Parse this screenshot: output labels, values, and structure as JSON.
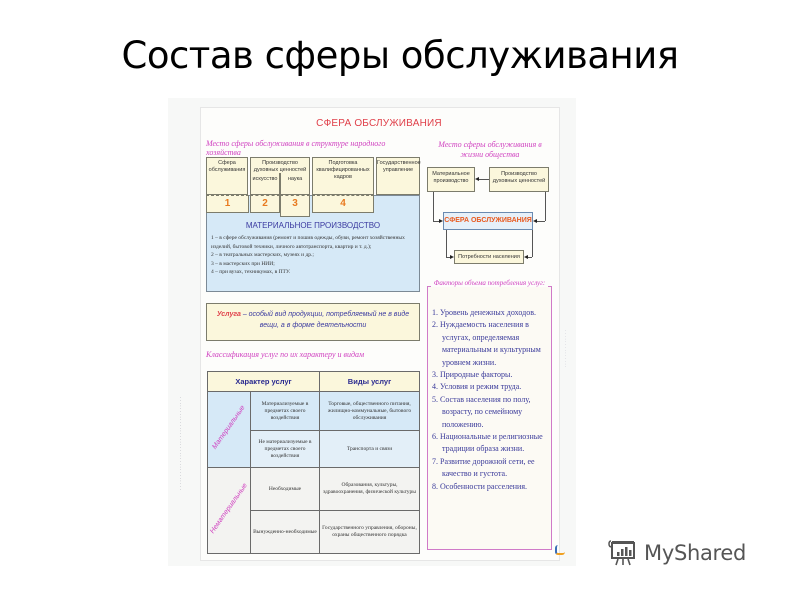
{
  "slide": {
    "title": "Состав сферы обслуживания"
  },
  "poster": {
    "title": "СФЕРА ОБСЛУЖИВАНИЯ",
    "left_subtitle": "Место сферы обслуживания в структуре народного хозяйства",
    "structure_boxes": [
      {
        "label": "Сфера обслуживания"
      },
      {
        "label": "Производство духовных ценностей"
      },
      {
        "label": "искусство"
      },
      {
        "label": "наука"
      },
      {
        "label": "Подготовка квалифицированных кадров"
      },
      {
        "label": "Государственное управление"
      }
    ],
    "numbers": [
      "1",
      "2",
      "3",
      "4"
    ],
    "material_production": {
      "title": "МАТЕРИАЛЬНОЕ ПРОИЗВОДСТВО",
      "lines": [
        "1 – в сфере обслуживания (ремонт и пошив одежды, обуви, ремонт хозяйственных изделий, бытовой техники, личного автотранспорта, квартир и т. д.);",
        "2 – в театральных мастерских, музеях и др.;",
        "3 – в мастерских при НИИ;",
        "4 – при вузах, техникумах, в ПТУ."
      ]
    },
    "usluga_definition": {
      "keyword": "Услуга",
      "text": " – особый вид продукции, потребляемый не в виде вещи, а в форме деятельности"
    },
    "classification_subtitle": "Классификация услуг по их характеру и видам",
    "classification_table": {
      "headers": [
        "Характер услуг",
        "Виды услуг"
      ],
      "groups": [
        {
          "label": "Материальные",
          "rows": [
            {
              "character": "Материализуемые в предметах своего воздействия",
              "kinds": "Торговые, общественного питания, жилищно-коммунальные, бытового обслуживания"
            },
            {
              "character": "Не материализуемые в предметах своего воздействия",
              "kinds": "Транспорта и связи"
            }
          ]
        },
        {
          "label": "Нематериальные",
          "rows": [
            {
              "character": "Необходимые",
              "kinds": "Образования, культуры, здравоохранения, физической культуры"
            },
            {
              "character": "Вынужденно-необходимые",
              "kinds": "Государственного управления, обороны, охраны общественного порядка"
            }
          ]
        }
      ]
    },
    "society_subtitle": "Место сферы обслуживания в жизни общества",
    "society_diagram": {
      "material_production": "Материальное производство",
      "spiritual_production": "Производство духовных ценностей",
      "center": "СФЕРА ОБСЛУЖИВАНИЯ",
      "needs": "Потребности населения"
    },
    "factors": {
      "title": "Факторы объема потребления услуг:",
      "items": [
        "1. Уровень денежных доходов.",
        "2. Нуждаемость населения в услугах, определяемая материальным и культурным уровнем жизни.",
        "3. Природные факторы.",
        "4. Условия и режим труда.",
        "5. Состав населения по полу, возрасту, по семейному положению.",
        "6. Национальные и религиозные традиции образа жизни.",
        "7. Развитие дорожной сети, ее качество и густота.",
        "8. Особенности расселения."
      ]
    }
  },
  "watermark": {
    "brand": "MyShared"
  },
  "colors": {
    "title_red": "#e0404a",
    "pink": "#d042c0",
    "blue_text": "#3a3aa0",
    "cream_box": "#fbf7dc",
    "light_blue": "#d6e9f7",
    "orange_numbers": "#e87a20"
  }
}
